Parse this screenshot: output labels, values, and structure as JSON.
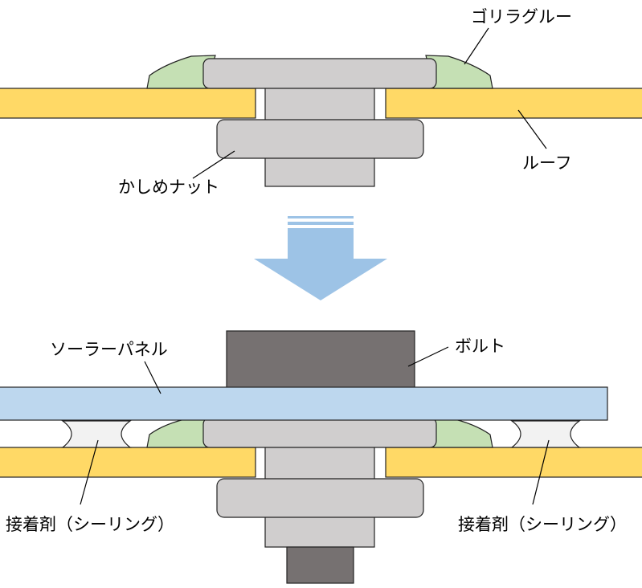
{
  "labels": {
    "gorilla_glue": "ゴリラグルー",
    "roof": "ルーフ",
    "crimp_nut": "かしめナット",
    "solar_panel": "ソーラーパネル",
    "bolt": "ボルト",
    "adhesive_left": "接着剤（シーリング）",
    "adhesive_right": "接着剤（シーリング）"
  },
  "colors": {
    "roof": "#FFD966",
    "nut_metal": "#D0CECE",
    "glue": "#C5E0B4",
    "solar_panel": "#BDD7EE",
    "bolt": "#767171",
    "arrow": "#9DC3E6",
    "sealant": "#F2F2F2"
  }
}
